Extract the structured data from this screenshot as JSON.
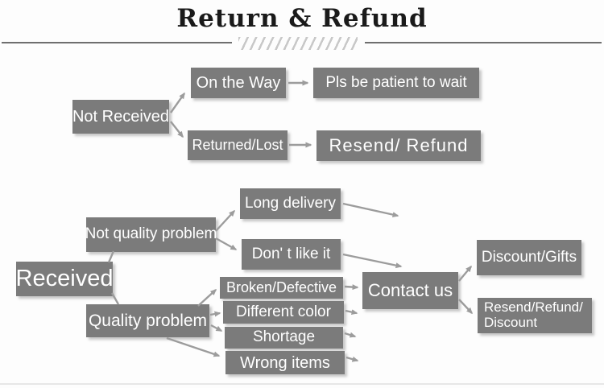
{
  "title": "Return & Refund",
  "colors": {
    "box_fill": "#7b7b7b",
    "box_text": "#ffffff",
    "arrow": "#9c9c9c",
    "title_text": "#1a1a1a",
    "divider": "#6f6f6f",
    "hatch": "#c8c8c8",
    "background": "#fdfdfd"
  },
  "flowchart": {
    "not_received": {
      "label": "Not Received",
      "branches": {
        "on_the_way": {
          "label": "On the Way",
          "result": "Pls be patient to wait"
        },
        "returned_lost": {
          "label": "Returned/Lost",
          "result": "Resend/ Refund"
        }
      }
    },
    "received": {
      "label": "Received",
      "branches": {
        "not_quality_problem": {
          "label": "Not quality problem",
          "reasons": [
            "Long delivery",
            "Don' t like it"
          ]
        },
        "quality_problem": {
          "label": "Quality problem",
          "reasons": [
            "Broken/Defective",
            "Different color",
            "Shortage",
            "Wrong items"
          ]
        }
      },
      "action": {
        "label": "Contact us",
        "outcomes": [
          "Discount/Gifts",
          "Resend/Refund/\nDiscount"
        ]
      }
    }
  }
}
